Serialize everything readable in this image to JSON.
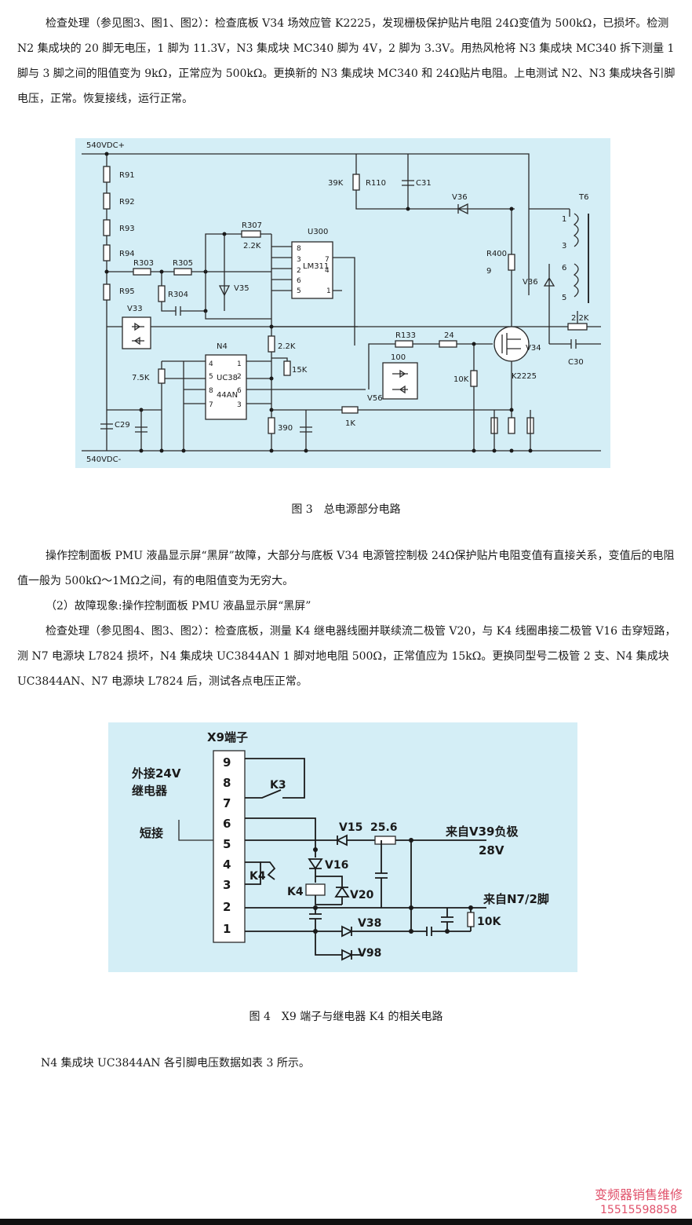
{
  "paragraphs": {
    "p1": "检查处理（参见图3、图1、图2）：检查底板 V34 场效应管 K2225，发现栅极保护贴片电阻 24Ω变值为 500kΩ，已损坏。检测 N2 集成块的 20 脚无电压，1 脚为 11.3V，N3 集成块 MC340 脚为 4V，2 脚为 3.3V。用热风枪将 N3 集成块 MC340 拆下测量 1 脚与 3 脚之间的阻值变为 9kΩ，正常应为 500kΩ。更换新的 N3 集成块 MC340 和 24Ω贴片电阻。上电测试 N2、N3 集成块各引脚电压，正常。恢复接线，运行正常。",
    "p2": "操作控制面板 PMU 液晶显示屏“黑屏”故障，大部分与底板 V34 电源管控制极 24Ω保护贴片电阻变值有直接关系，变值后的电阻值一般为 500kΩ～1MΩ之间，有的电阻值变为无穷大。",
    "p3": "（2）故障现象:操作控制面板 PMU 液晶显示屏“黑屏”",
    "p4": "检查处理（参见图4、图3、图2）：检查底板，测量 K4 继电器线圈并联续流二极管 V20，与 K4 线圈串接二极管 V16 击穿短路，测 N7 电源块 L7824 损坏，N4 集成块 UC3844AN 1 脚对地电阻 500Ω，正常值应为 15kΩ。更换同型号二极管 2 支、N4 集成块 UC3844AN、N7 电源块 L7824 后，测试各点电压正常。",
    "p5": "N4 集成块 UC3844AN 各引脚电压数据如表 3 所示。"
  },
  "figure3": {
    "caption": "图 3　总电源部分电路",
    "labels": {
      "vdc_plus": "540VDC+",
      "vdc_minus": "540VDC-",
      "r91": "R91",
      "r92": "R92",
      "r93": "R93",
      "r94": "R94",
      "r95": "R95",
      "r303": "R303",
      "r305": "R305",
      "r304": "R304",
      "r307": "R307",
      "r307_val": "2.2K",
      "v35": "V35",
      "v33": "V33",
      "u300": "U300",
      "lm311": "LM311",
      "p8": "8",
      "p3": "3",
      "p2": "2",
      "p6": "6",
      "p5": "5",
      "p7": "7",
      "p4": "4",
      "p1": "1",
      "r110_val": "39K",
      "r110": "R110",
      "c31": "C31",
      "v36a": "V36",
      "t6": "T6",
      "t1": "1",
      "t3": "3",
      "t6p": "6",
      "t5": "5",
      "r400": "R400",
      "r400_9": "9",
      "v36b": "V36",
      "r_22k_right": "2.2K",
      "c30": "C30",
      "n4": "N4",
      "uc38": "UC38",
      "44an": "44AN",
      "n4_4": "4",
      "n4_5": "5",
      "n4_8": "8",
      "n4_7": "7",
      "n4_1": "1",
      "n4_2": "2",
      "n4_6": "6",
      "n4_3": "3",
      "r75k": "7.5K",
      "r22k_mid": "2.2K",
      "r15k": "15K",
      "r133": "R133",
      "r24": "24",
      "r100": "100",
      "v56": "V56",
      "r10k": "10K",
      "v34": "V34",
      "k2225": "K2225",
      "c29": "C29",
      "r390": "390",
      "r1k": "1K"
    }
  },
  "figure4": {
    "caption": "图 4　X9 端子与继电器 K4 的相关电路",
    "labels": {
      "x9": "X9端子",
      "ext24v": "外接24V",
      "relay": "继电器",
      "short": "短接",
      "k3": "K3",
      "k4a": "K4",
      "k4b": "K4",
      "v15": "V15",
      "r256": "25.6",
      "from_v39": "来自V39负极",
      "v28": "28V",
      "v16": "V16",
      "v20": "V20",
      "from_n7": "来自N7/2脚",
      "v38": "V38",
      "v98": "V98",
      "r10k": "10K",
      "t9": "9",
      "t8": "8",
      "t7": "7",
      "t6": "6",
      "t5": "5",
      "t4": "4",
      "t3": "3",
      "t2": "2",
      "t1": "1"
    }
  },
  "watermark": {
    "line1": "变频器销售维修",
    "line2": "15515598858"
  },
  "colors": {
    "figure_bg": "#d4eef6",
    "watermark": "#e0506a"
  }
}
